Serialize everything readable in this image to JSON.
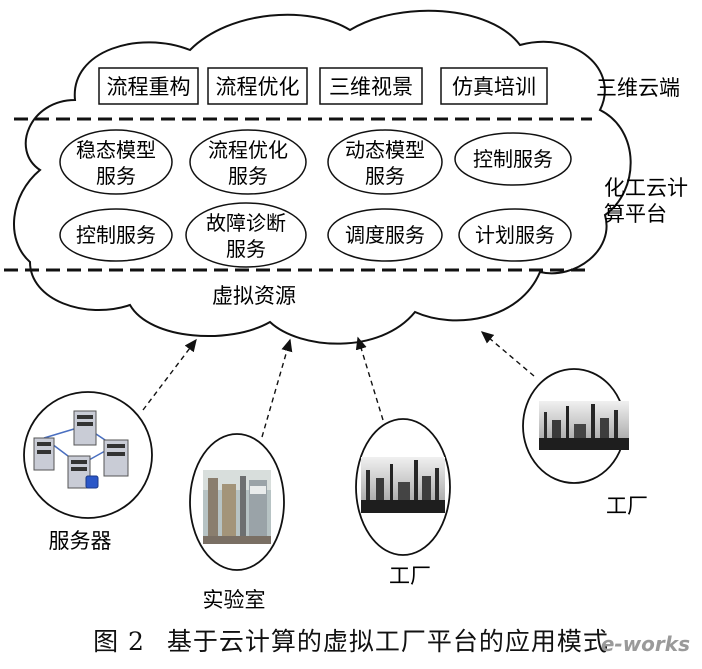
{
  "cloud_top": {
    "layer_label": "三维云端",
    "boxes": [
      "流程重构",
      "流程优化",
      "三维视景",
      "仿真培训"
    ]
  },
  "cloud_mid": {
    "layer_label_line1": "化工云计",
    "layer_label_line2": "算平台",
    "services": [
      {
        "line1": "稳态模型",
        "line2": "服务"
      },
      {
        "line1": "流程优化",
        "line2": "服务"
      },
      {
        "line1": "动态模型",
        "line2": "服务"
      },
      {
        "line1": "控制服务",
        "line2": ""
      },
      {
        "line1": "控制服务",
        "line2": ""
      },
      {
        "line1": "故障诊断",
        "line2": "服务"
      },
      {
        "line1": "调度服务",
        "line2": ""
      },
      {
        "line1": "计划服务",
        "line2": ""
      }
    ]
  },
  "cloud_bottom": {
    "layer_label": "虚拟资源"
  },
  "resources": [
    {
      "label": "服务器",
      "icon": "server-icon"
    },
    {
      "label": "实验室",
      "icon": "lab-photo"
    },
    {
      "label": "工厂",
      "icon": "factory-photo"
    },
    {
      "label": "工厂",
      "icon": "factory-photo"
    }
  ],
  "caption": {
    "number": "图 2",
    "text": "基于云计算的虚拟工厂平台的应用模式"
  },
  "watermark": "e-works",
  "colors": {
    "line": "#111111",
    "background": "#ffffff"
  }
}
